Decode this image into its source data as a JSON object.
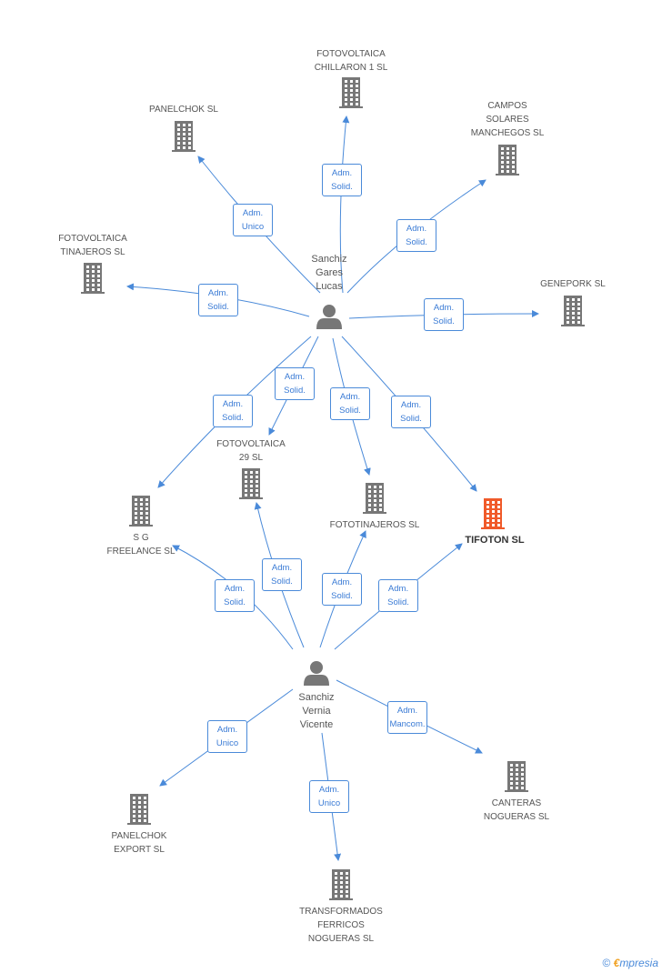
{
  "colors": {
    "edge": "#4a8ad9",
    "building": "#777777",
    "building_highlight": "#f05a2a",
    "person": "#777777"
  },
  "persons": [
    {
      "id": "p1",
      "label": "Sanchiz\nGares\nLucas",
      "icon": "person-icon"
    },
    {
      "id": "p2",
      "label": "Sanchiz\nVernia\nVicente",
      "icon": "person-icon"
    }
  ],
  "companies": [
    {
      "id": "c_chillaron",
      "label": "FOTOVOLTAICA\nCHILLARON 1 SL",
      "icon": "building-icon",
      "highlight": false
    },
    {
      "id": "c_panelchok",
      "label": "PANELCHOK SL",
      "icon": "building-icon",
      "highlight": false
    },
    {
      "id": "c_campos",
      "label": "CAMPOS\nSOLARES\nMANCHEGOS SL",
      "icon": "building-icon",
      "highlight": false
    },
    {
      "id": "c_tinajeros",
      "label": "FOTOVOLTAICA\nTINAJEROS SL",
      "icon": "building-icon",
      "highlight": false
    },
    {
      "id": "c_geneport",
      "label": "GENEPORK SL",
      "icon": "building-icon",
      "highlight": false
    },
    {
      "id": "c_foto29",
      "label": "FOTOVOLTAICA\n29 SL",
      "icon": "building-icon",
      "highlight": false
    },
    {
      "id": "c_sg",
      "label": "S G\nFREELANCE SL",
      "icon": "building-icon",
      "highlight": false
    },
    {
      "id": "c_fototinajeros",
      "label": "FOTOTINAJEROS SL",
      "icon": "building-icon",
      "highlight": false
    },
    {
      "id": "c_tifoton",
      "label": "TIFOTON SL",
      "icon": "building-icon",
      "highlight": true
    },
    {
      "id": "c_panelchok_export",
      "label": "PANELCHOK\nEXPORT SL",
      "icon": "building-icon",
      "highlight": false
    },
    {
      "id": "c_canteras",
      "label": "CANTERAS\nNOGUERAS SL",
      "icon": "building-icon",
      "highlight": false
    },
    {
      "id": "c_transformados",
      "label": "TRANSFORMADOS\nFERRICOS\nNOGUERAS SL",
      "icon": "building-icon",
      "highlight": false
    }
  ],
  "edges": [
    {
      "from": "p1",
      "to": "c_chillaron",
      "label": "Adm.\nSolid."
    },
    {
      "from": "p1",
      "to": "c_panelchok",
      "label": "Adm.\nUnico"
    },
    {
      "from": "p1",
      "to": "c_campos",
      "label": "Adm.\nSolid."
    },
    {
      "from": "p1",
      "to": "c_tinajeros",
      "label": "Adm.\nSolid."
    },
    {
      "from": "p1",
      "to": "c_geneport",
      "label": "Adm.\nSolid."
    },
    {
      "from": "p1",
      "to": "c_sg",
      "label": "Adm.\nSolid."
    },
    {
      "from": "p1",
      "to": "c_foto29",
      "label": "Adm.\nSolid."
    },
    {
      "from": "p1",
      "to": "c_fototinajeros",
      "label": "Adm.\nSolid."
    },
    {
      "from": "p1",
      "to": "c_tifoton",
      "label": "Adm.\nSolid."
    },
    {
      "from": "p2",
      "to": "c_sg",
      "label": "Adm.\nSolid."
    },
    {
      "from": "p2",
      "to": "c_foto29",
      "label": "Adm.\nSolid."
    },
    {
      "from": "p2",
      "to": "c_fototinajeros",
      "label": "Adm.\nSolid."
    },
    {
      "from": "p2",
      "to": "c_tifoton",
      "label": "Adm.\nSolid."
    },
    {
      "from": "p2",
      "to": "c_panelchok_export",
      "label": "Adm.\nUnico"
    },
    {
      "from": "p2",
      "to": "c_canteras",
      "label": "Adm.\nMancom."
    },
    {
      "from": "p2",
      "to": "c_transformados",
      "label": "Adm.\nUnico"
    }
  ],
  "footer": {
    "copyright_symbol": "©",
    "brand_initial": "€",
    "brand_rest": "mpresia"
  }
}
